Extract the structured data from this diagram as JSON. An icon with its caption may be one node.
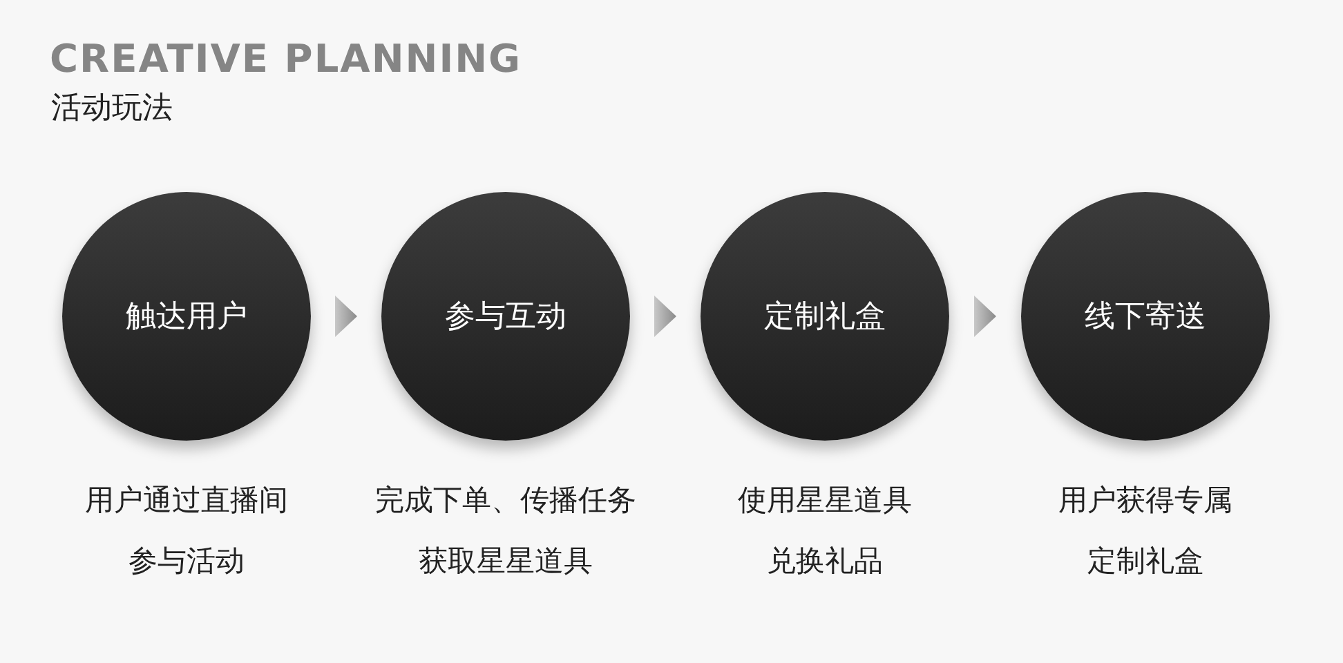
{
  "diagram": {
    "title": "CREATIVE PLANNING",
    "nodes": [
      {
        "text": [
          "触达用户"
        ],
        "beside": [
          "用户通过直播间参与活动"
        ]
      },
      {
        "text": [
          "参与互动"
        ],
        "beside": [
          "完成下单、传播任务获取星星道具"
        ]
      },
      {
        "text": [
          "定制礼盒"
        ],
        "beside": [
          "使用星星道具兑换礼品"
        ]
      },
      {
        "text": [
          "线下寄送"
        ],
        "beside": [
          "用户获得专属定制礼盒"
        ]
      }
    ],
    "edges": [
      {
        "from": 0,
        "to": 1,
        "arrow": "to"
      },
      {
        "from": 1,
        "to": 2,
        "arrow": "to"
      },
      {
        "from": 2,
        "to": 3,
        "arrow": "to"
      }
    ],
    "labels": [
      "活动玩法"
    ]
  }
}
